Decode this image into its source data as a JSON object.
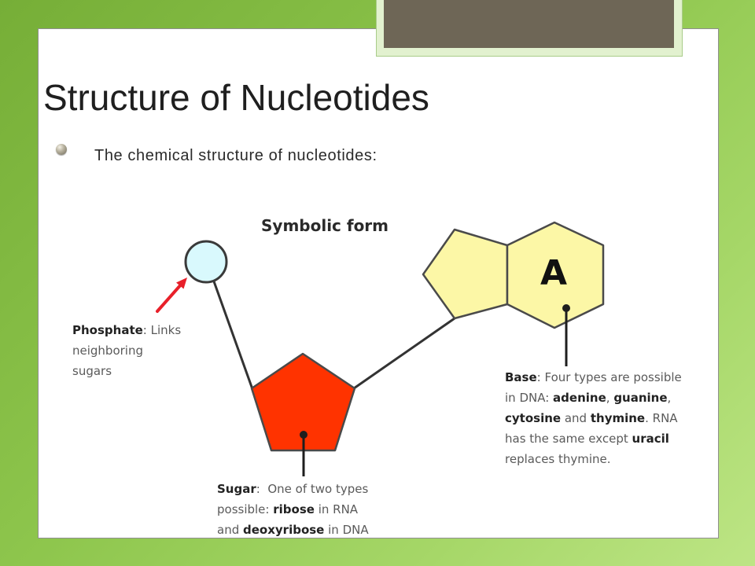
{
  "slide": {
    "title": "Structure of Nucleotides",
    "bullet": "The chemical structure of nucleotides:",
    "diagram_heading": "Symbolic form",
    "base_letter": "A"
  },
  "colors": {
    "phosphate": "#d9f9fd",
    "sugar": "#ff3300",
    "base": "#fcf7a6",
    "arrow": "#e8202a"
  },
  "icons": {
    "bullet": "sphere-bullet-icon"
  },
  "labels": {
    "phosphate": {
      "lines": [
        [
          {
            "text": "Phosphate",
            "bold": true
          },
          {
            "text": ": Links"
          }
        ],
        [
          {
            "text": "neighboring"
          }
        ],
        [
          {
            "text": "sugars"
          }
        ]
      ]
    },
    "base": {
      "lines": [
        [
          {
            "text": "Base",
            "bold": true
          },
          {
            "text": ": Four types are possible"
          }
        ],
        [
          {
            "text": "in DNA: "
          },
          {
            "text": "adenine",
            "bold": true
          },
          {
            "text": ", "
          },
          {
            "text": "guanine",
            "bold": true
          },
          {
            "text": ","
          }
        ],
        [
          {
            "text": "cytosine",
            "bold": true
          },
          {
            "text": " and "
          },
          {
            "text": "thymine",
            "bold": true
          },
          {
            "text": ". RNA"
          }
        ],
        [
          {
            "text": "has the same except "
          },
          {
            "text": "uracil",
            "bold": true
          }
        ],
        [
          {
            "text": "replaces thymine."
          }
        ]
      ]
    },
    "sugar": {
      "lines": [
        [
          {
            "text": "Sugar",
            "bold": true
          },
          {
            "text": ":  One of two types"
          }
        ],
        [
          {
            "text": "possible: "
          },
          {
            "text": "ribose",
            "bold": true
          },
          {
            "text": " in RNA"
          }
        ],
        [
          {
            "text": "and "
          },
          {
            "text": "deoxyribose",
            "bold": true
          },
          {
            "text": " in DNA"
          }
        ]
      ]
    }
  }
}
